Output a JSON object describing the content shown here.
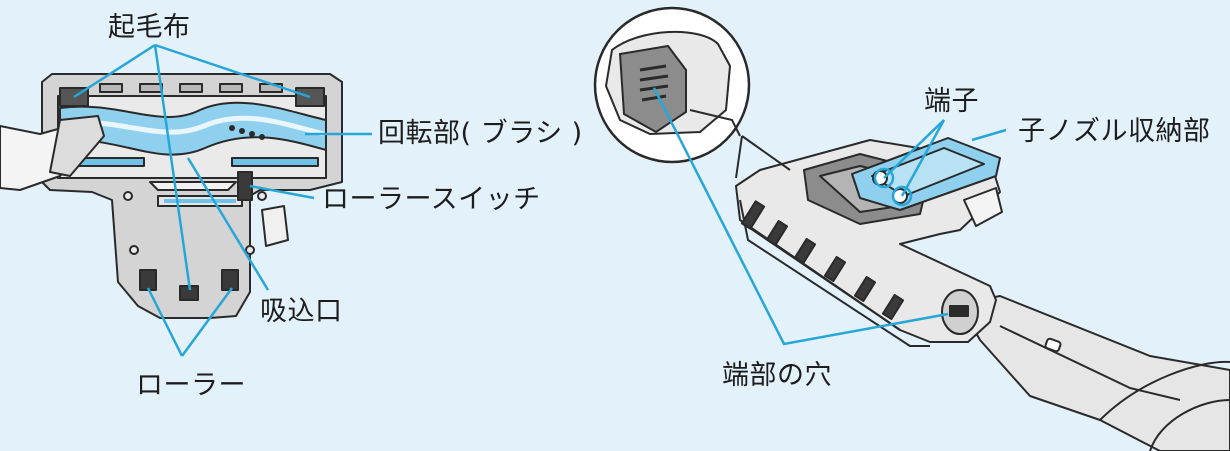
{
  "labels": {
    "raised_cloth": "起毛布",
    "rotating_brush": "回転部( ブラシ )",
    "roller_switch": "ローラースイッチ",
    "suction_port": "吸込口",
    "rollers": "ローラー",
    "terminal": "端子",
    "child_nozzle_storage": "子ノズル収納部",
    "end_hole": "端部の穴"
  },
  "colors": {
    "background": "#e3f1fb",
    "leader_line": "#27a6d8",
    "highlight_blue": "#8fd0ee",
    "body_gray": "#c8c8c8",
    "outline": "#2a2a2a"
  }
}
